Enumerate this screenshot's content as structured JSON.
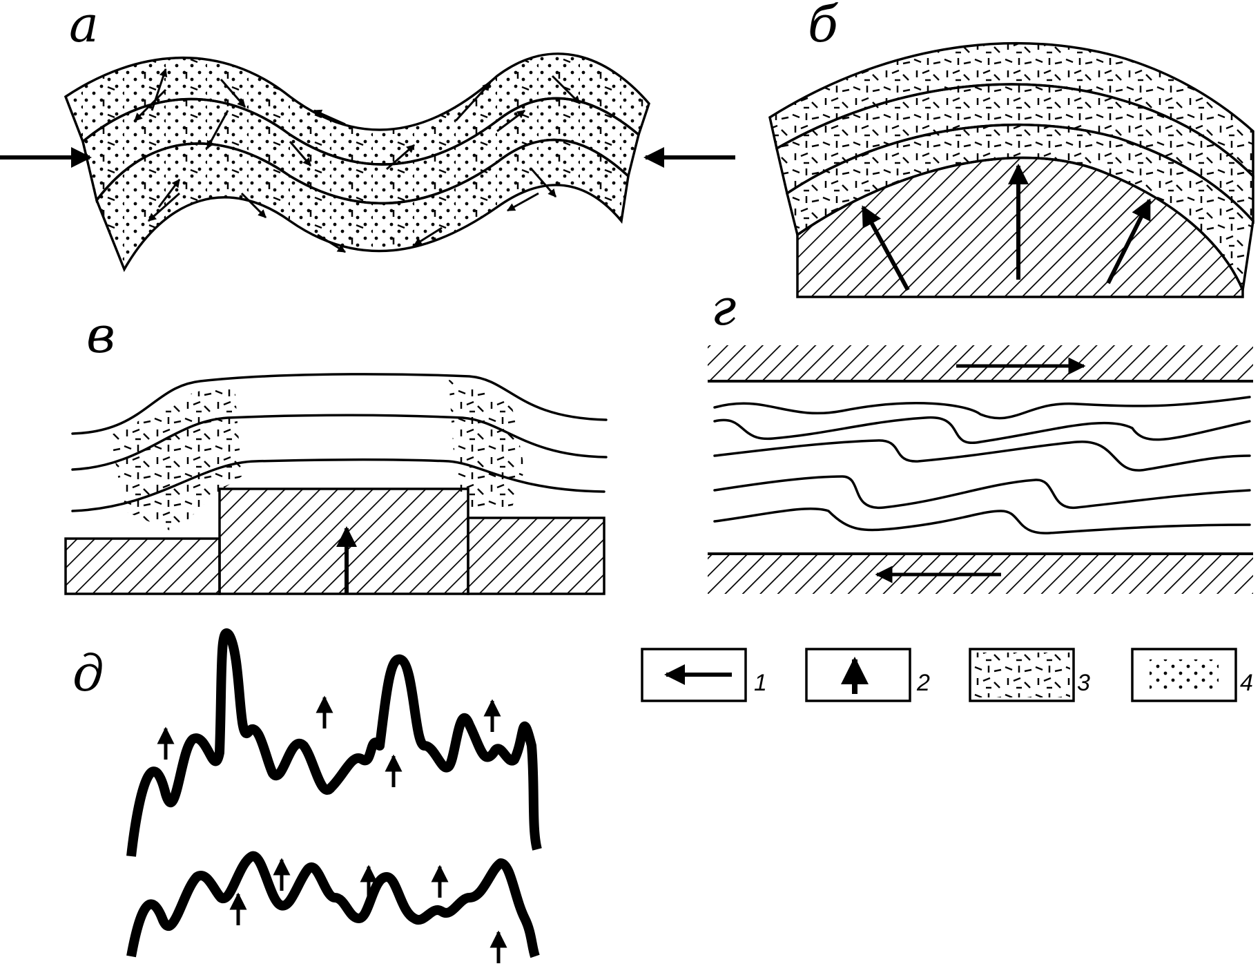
{
  "panels": {
    "a": {
      "label": "а"
    },
    "b": {
      "label": "б"
    },
    "v": {
      "label": "в"
    },
    "g": {
      "label": "г"
    },
    "d": {
      "label": "д"
    }
  },
  "legend": {
    "items": [
      {
        "number": "1",
        "symbol": "horizontal-arrow-icon"
      },
      {
        "number": "2",
        "symbol": "vertical-arrow-icon"
      },
      {
        "number": "3",
        "symbol": "dash-pattern-icon"
      },
      {
        "number": "4",
        "symbol": "dot-pattern-icon"
      }
    ]
  },
  "colors": {
    "ink": "#000000",
    "paper": "#ffffff"
  }
}
